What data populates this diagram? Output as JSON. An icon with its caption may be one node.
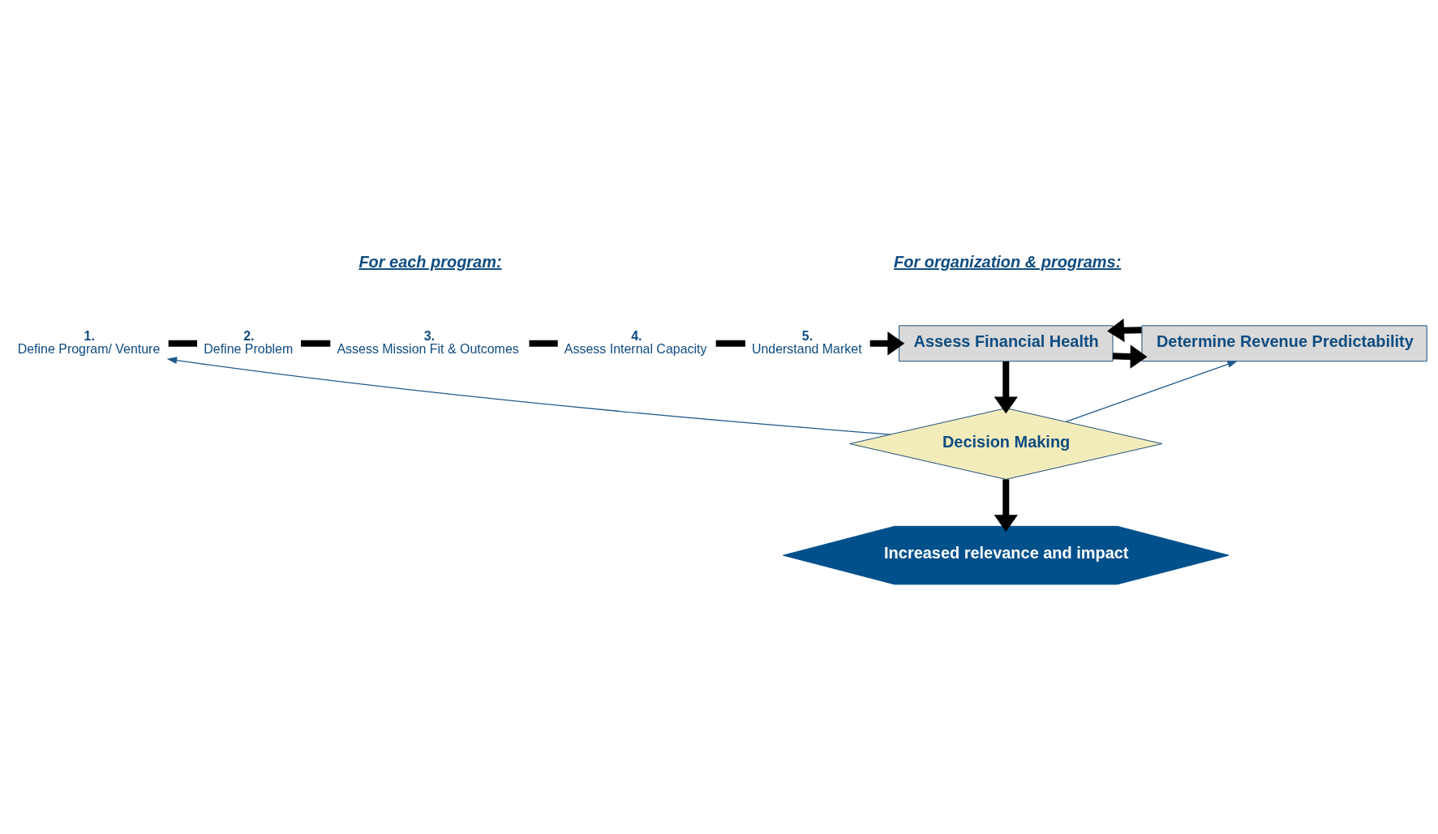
{
  "diagram": {
    "nodes": [
      {
        "text": [
          "1.",
          "Define Program/ Venture"
        ]
      },
      {
        "text": [
          "2.",
          "Define Problem"
        ]
      },
      {
        "text": [
          "3.",
          "Assess Mission Fit & Outcomes"
        ]
      },
      {
        "text": [
          "4.",
          "Assess Internal Capacity"
        ]
      },
      {
        "text": [
          "5.",
          "Understand Market"
        ]
      },
      {
        "text": [
          "Assess Financial Health"
        ]
      },
      {
        "text": [
          "Determine Revenue Predictability"
        ]
      },
      {
        "text": [
          "Decision Making"
        ]
      },
      {
        "text": [
          "Increased relevance and impact"
        ]
      }
    ],
    "edges": [
      {
        "from": 0,
        "to": 1,
        "arrow": "none"
      },
      {
        "from": 1,
        "to": 2,
        "arrow": "none"
      },
      {
        "from": 2,
        "to": 3,
        "arrow": "none"
      },
      {
        "from": 3,
        "to": 4,
        "arrow": "none"
      },
      {
        "from": 4,
        "to": 5,
        "arrow": "to"
      },
      {
        "from": 5,
        "to": 6,
        "arrow": "to"
      },
      {
        "from": 6,
        "to": 5,
        "arrow": "to"
      },
      {
        "from": 5,
        "to": 7,
        "arrow": "to"
      },
      {
        "from": 7,
        "to": 8,
        "arrow": "to"
      },
      {
        "from": 7,
        "to": 0,
        "arrow": "to",
        "color": "#1f5a8c"
      },
      {
        "from": 7,
        "to": 6,
        "arrow": "to",
        "color": "#1f5a8c"
      }
    ],
    "labels": [
      "For each program:",
      "For organization & programs:"
    ]
  }
}
